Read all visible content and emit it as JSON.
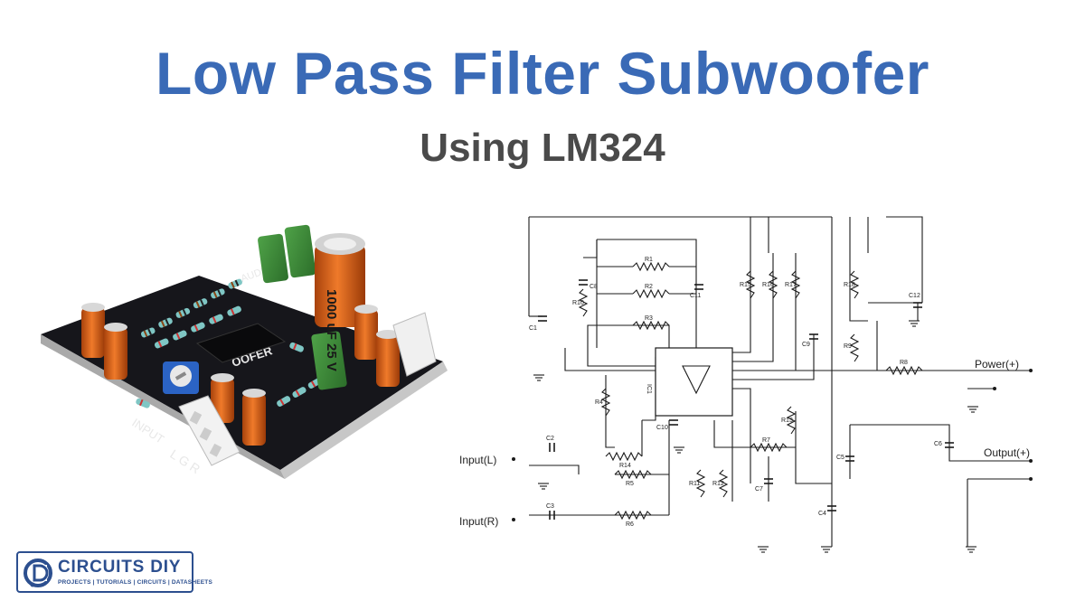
{
  "header": {
    "title": "Low Pass Filter Subwoofer",
    "subtitle": "Using LM324"
  },
  "photo": {
    "cap_large": "1000 uF 25 V",
    "board_silk_1": "AUDIO",
    "board_silk_2": "OOFER",
    "input_label": "INPUT",
    "input_pins": "L G R"
  },
  "schematic": {
    "labels": {
      "power": "Power(+)",
      "output": "Output(+)",
      "input_l": "Input(L)",
      "input_r": "Input(R)"
    },
    "components": {
      "R1": "R1",
      "R2": "R2",
      "R3": "R3",
      "R4": "R4",
      "R5": "R5",
      "R6": "R6",
      "R7": "R7",
      "R8": "R8",
      "R9": "R9",
      "R10": "R10",
      "R11": "R11",
      "R12": "R12",
      "R13": "R13",
      "R14": "R14",
      "R15": "R15",
      "R16": "R16",
      "R17": "R17",
      "R18": "R18",
      "C1": "C1",
      "C2": "C2",
      "C3": "C3",
      "C4": "C4",
      "C5": "C5",
      "C6": "C6",
      "C7": "C7",
      "C8": "C8",
      "C9": "C9",
      "C10": "C10",
      "C11": "C11",
      "C12": "C12",
      "IC1": "IC1",
      "gnd": "GND"
    }
  },
  "brand": {
    "name": "CIRCUITS DIY",
    "tagline": "PROJECTS | TUTORIALS | CIRCUITS | DATASHEETS"
  },
  "colors": {
    "title": "#3a6ab6",
    "subtitle": "#4a4a4a",
    "brand": "#2c4f8f",
    "pcb": "#15151a",
    "cap_green": "#3d8a3a",
    "cap_orange": "#d8661a"
  }
}
